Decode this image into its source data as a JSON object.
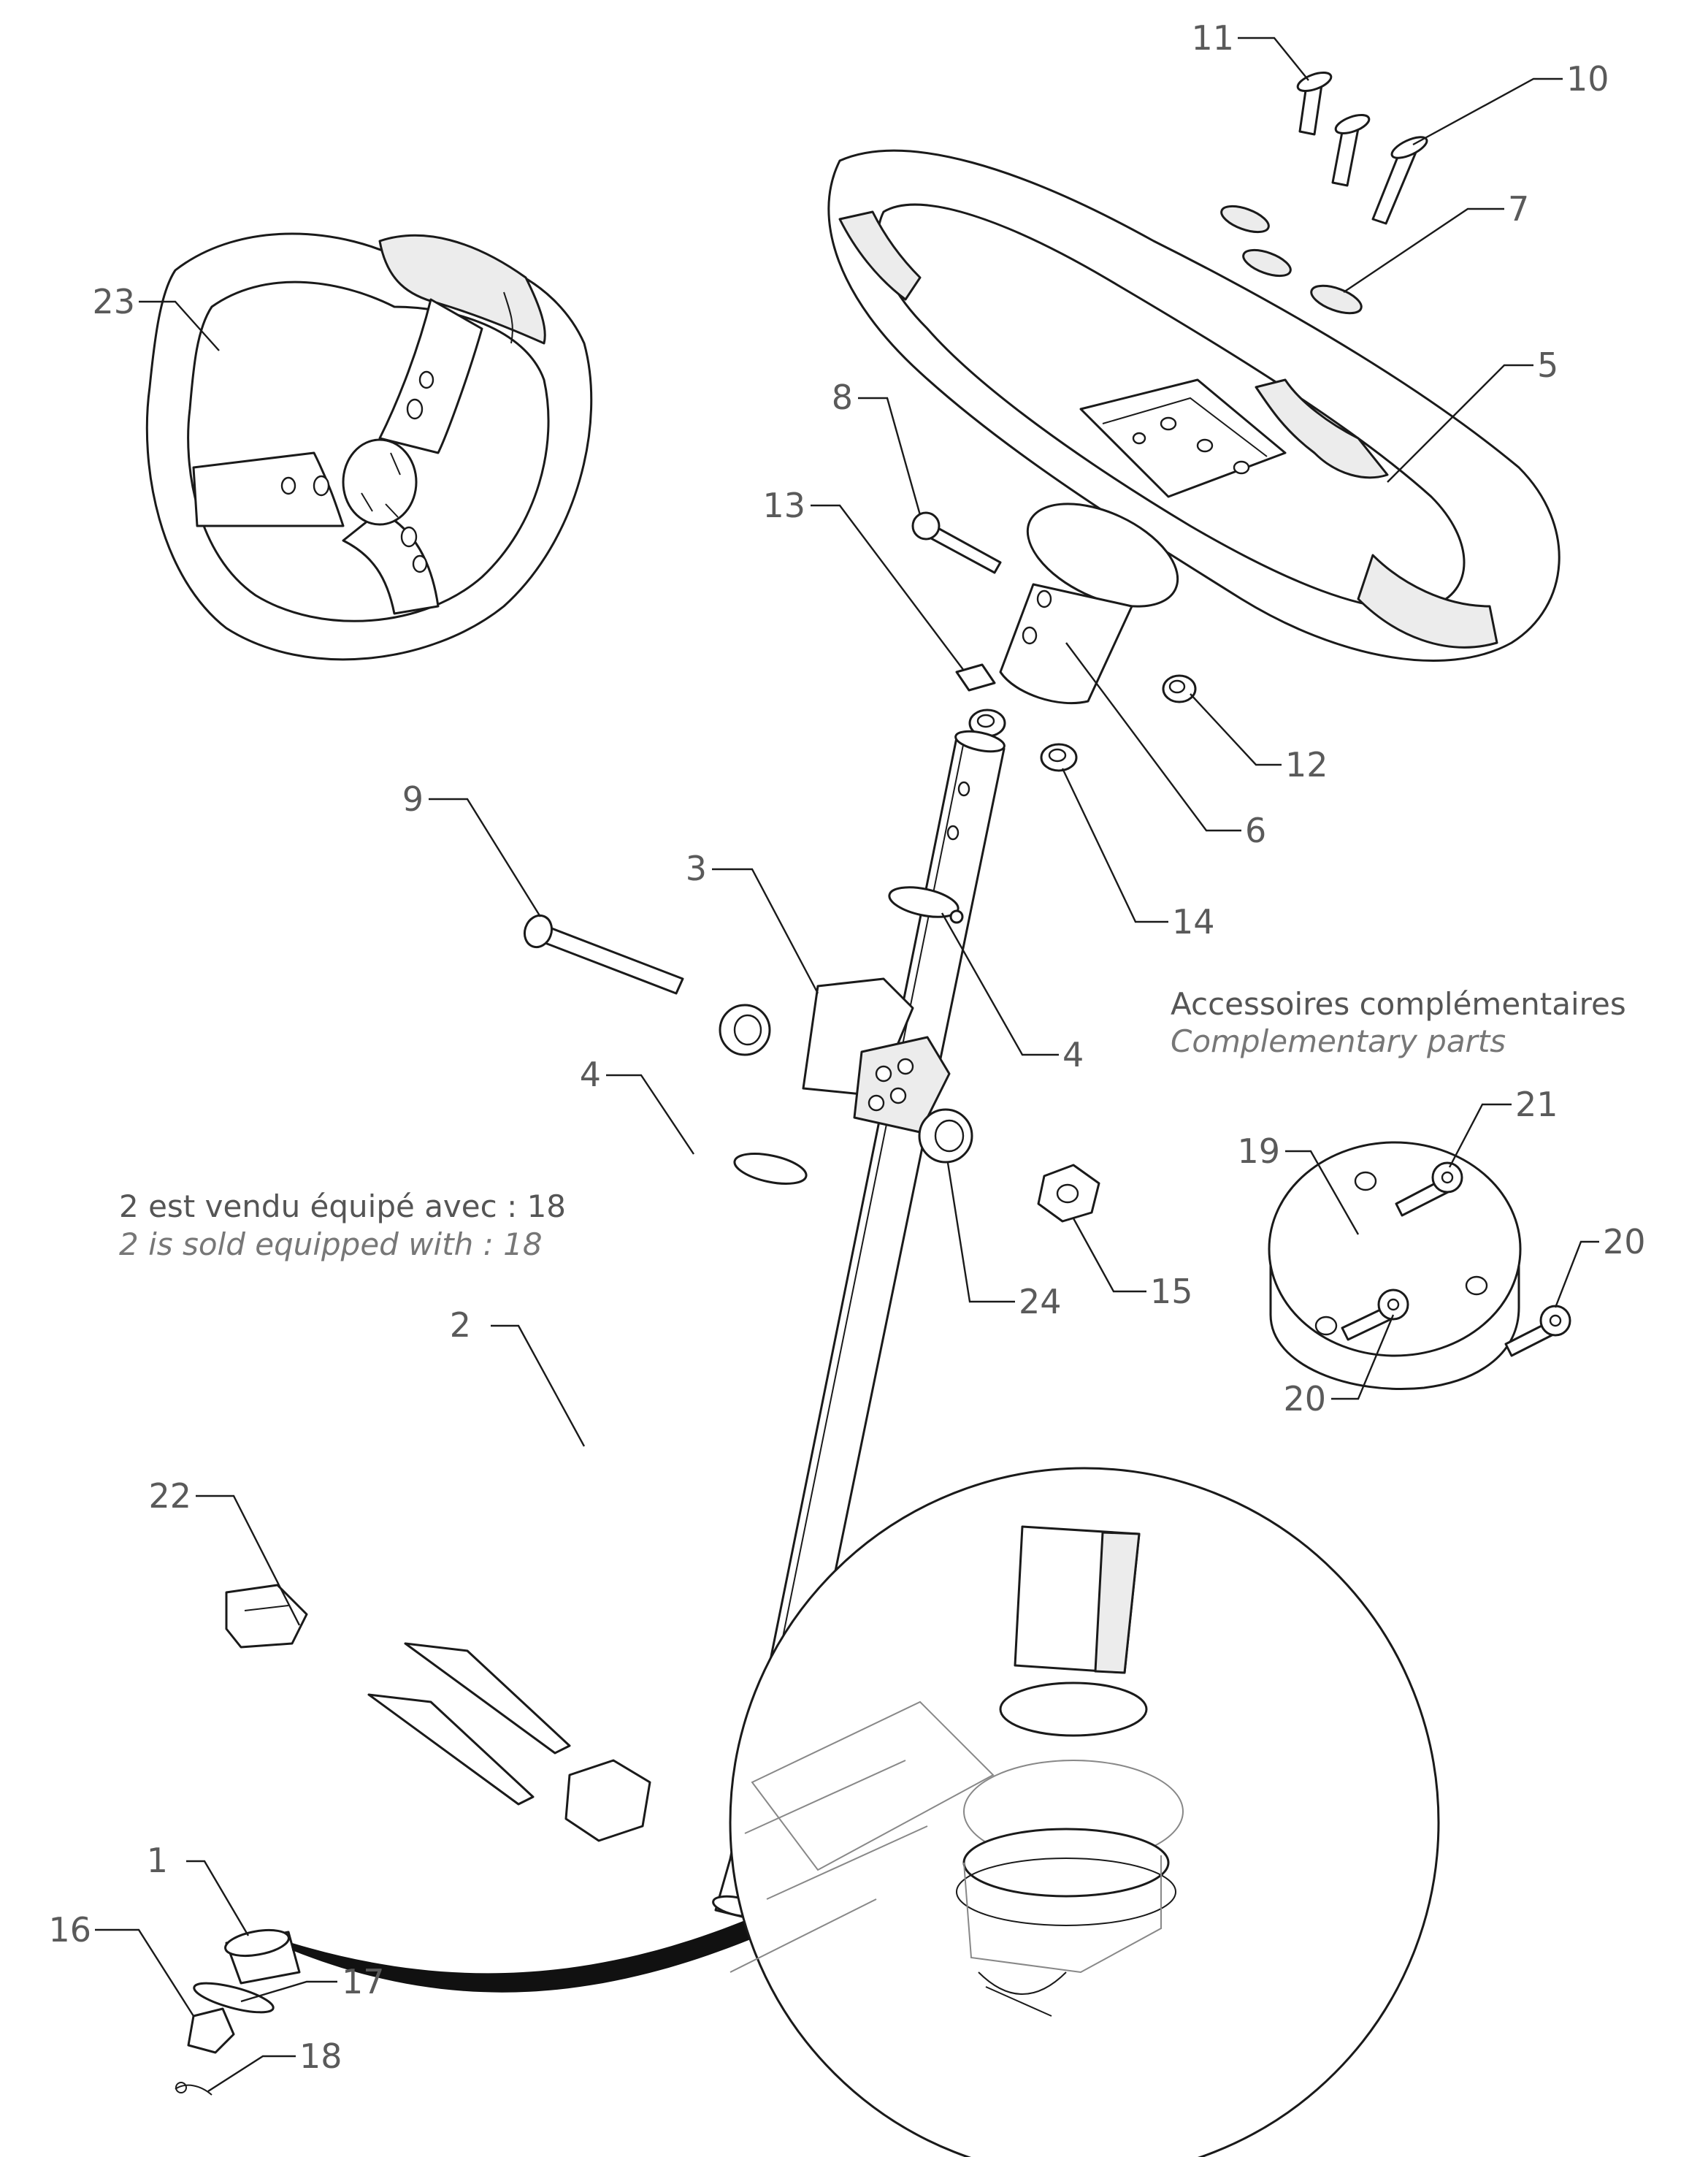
{
  "diagram": {
    "callouts": [
      {
        "id": "c1",
        "text": "1"
      },
      {
        "id": "c2",
        "text": "2"
      },
      {
        "id": "c3",
        "text": "3"
      },
      {
        "id": "c4a",
        "text": "4"
      },
      {
        "id": "c4b",
        "text": "4"
      },
      {
        "id": "c5",
        "text": "5"
      },
      {
        "id": "c6",
        "text": "6"
      },
      {
        "id": "c7",
        "text": "7"
      },
      {
        "id": "c8",
        "text": "8"
      },
      {
        "id": "c9",
        "text": "9"
      },
      {
        "id": "c10",
        "text": "10"
      },
      {
        "id": "c11",
        "text": "11"
      },
      {
        "id": "c12",
        "text": "12"
      },
      {
        "id": "c13",
        "text": "13"
      },
      {
        "id": "c14",
        "text": "14"
      },
      {
        "id": "c15",
        "text": "15"
      },
      {
        "id": "c16",
        "text": "16"
      },
      {
        "id": "c17",
        "text": "17"
      },
      {
        "id": "c18",
        "text": "18"
      },
      {
        "id": "c19",
        "text": "19"
      },
      {
        "id": "c20a",
        "text": "20"
      },
      {
        "id": "c20b",
        "text": "20"
      },
      {
        "id": "c21",
        "text": "21"
      },
      {
        "id": "c22",
        "text": "22"
      },
      {
        "id": "c23",
        "text": "23"
      },
      {
        "id": "c24",
        "text": "24"
      }
    ],
    "accessories": {
      "title_fr": "Accessoires complémentaires",
      "title_en": "Complementary parts"
    },
    "sold_note": {
      "fr": "2 est vendu équipé avec : 18",
      "en": "2 is sold equipped with : 18"
    }
  }
}
